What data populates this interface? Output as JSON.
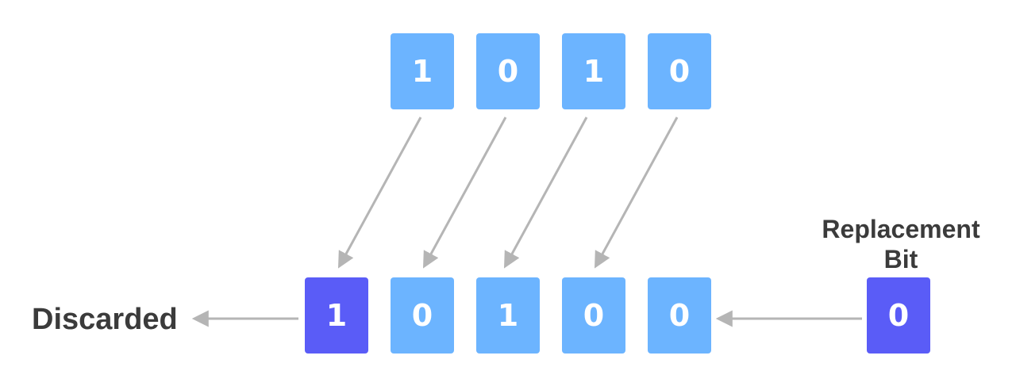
{
  "colors": {
    "bit_box": "#6cb4ff",
    "highlight_box": "#5a5cf7",
    "arrow": "#b5b5b5",
    "label_text": "#3b3b3b"
  },
  "input_bits": [
    "1",
    "0",
    "1",
    "0"
  ],
  "output_bits": [
    "1",
    "0",
    "1",
    "0",
    "0"
  ],
  "replacement_bit": "0",
  "labels": {
    "discarded": "Discarded",
    "replacement_line1": "Replacement",
    "replacement_line2": "Bit"
  }
}
